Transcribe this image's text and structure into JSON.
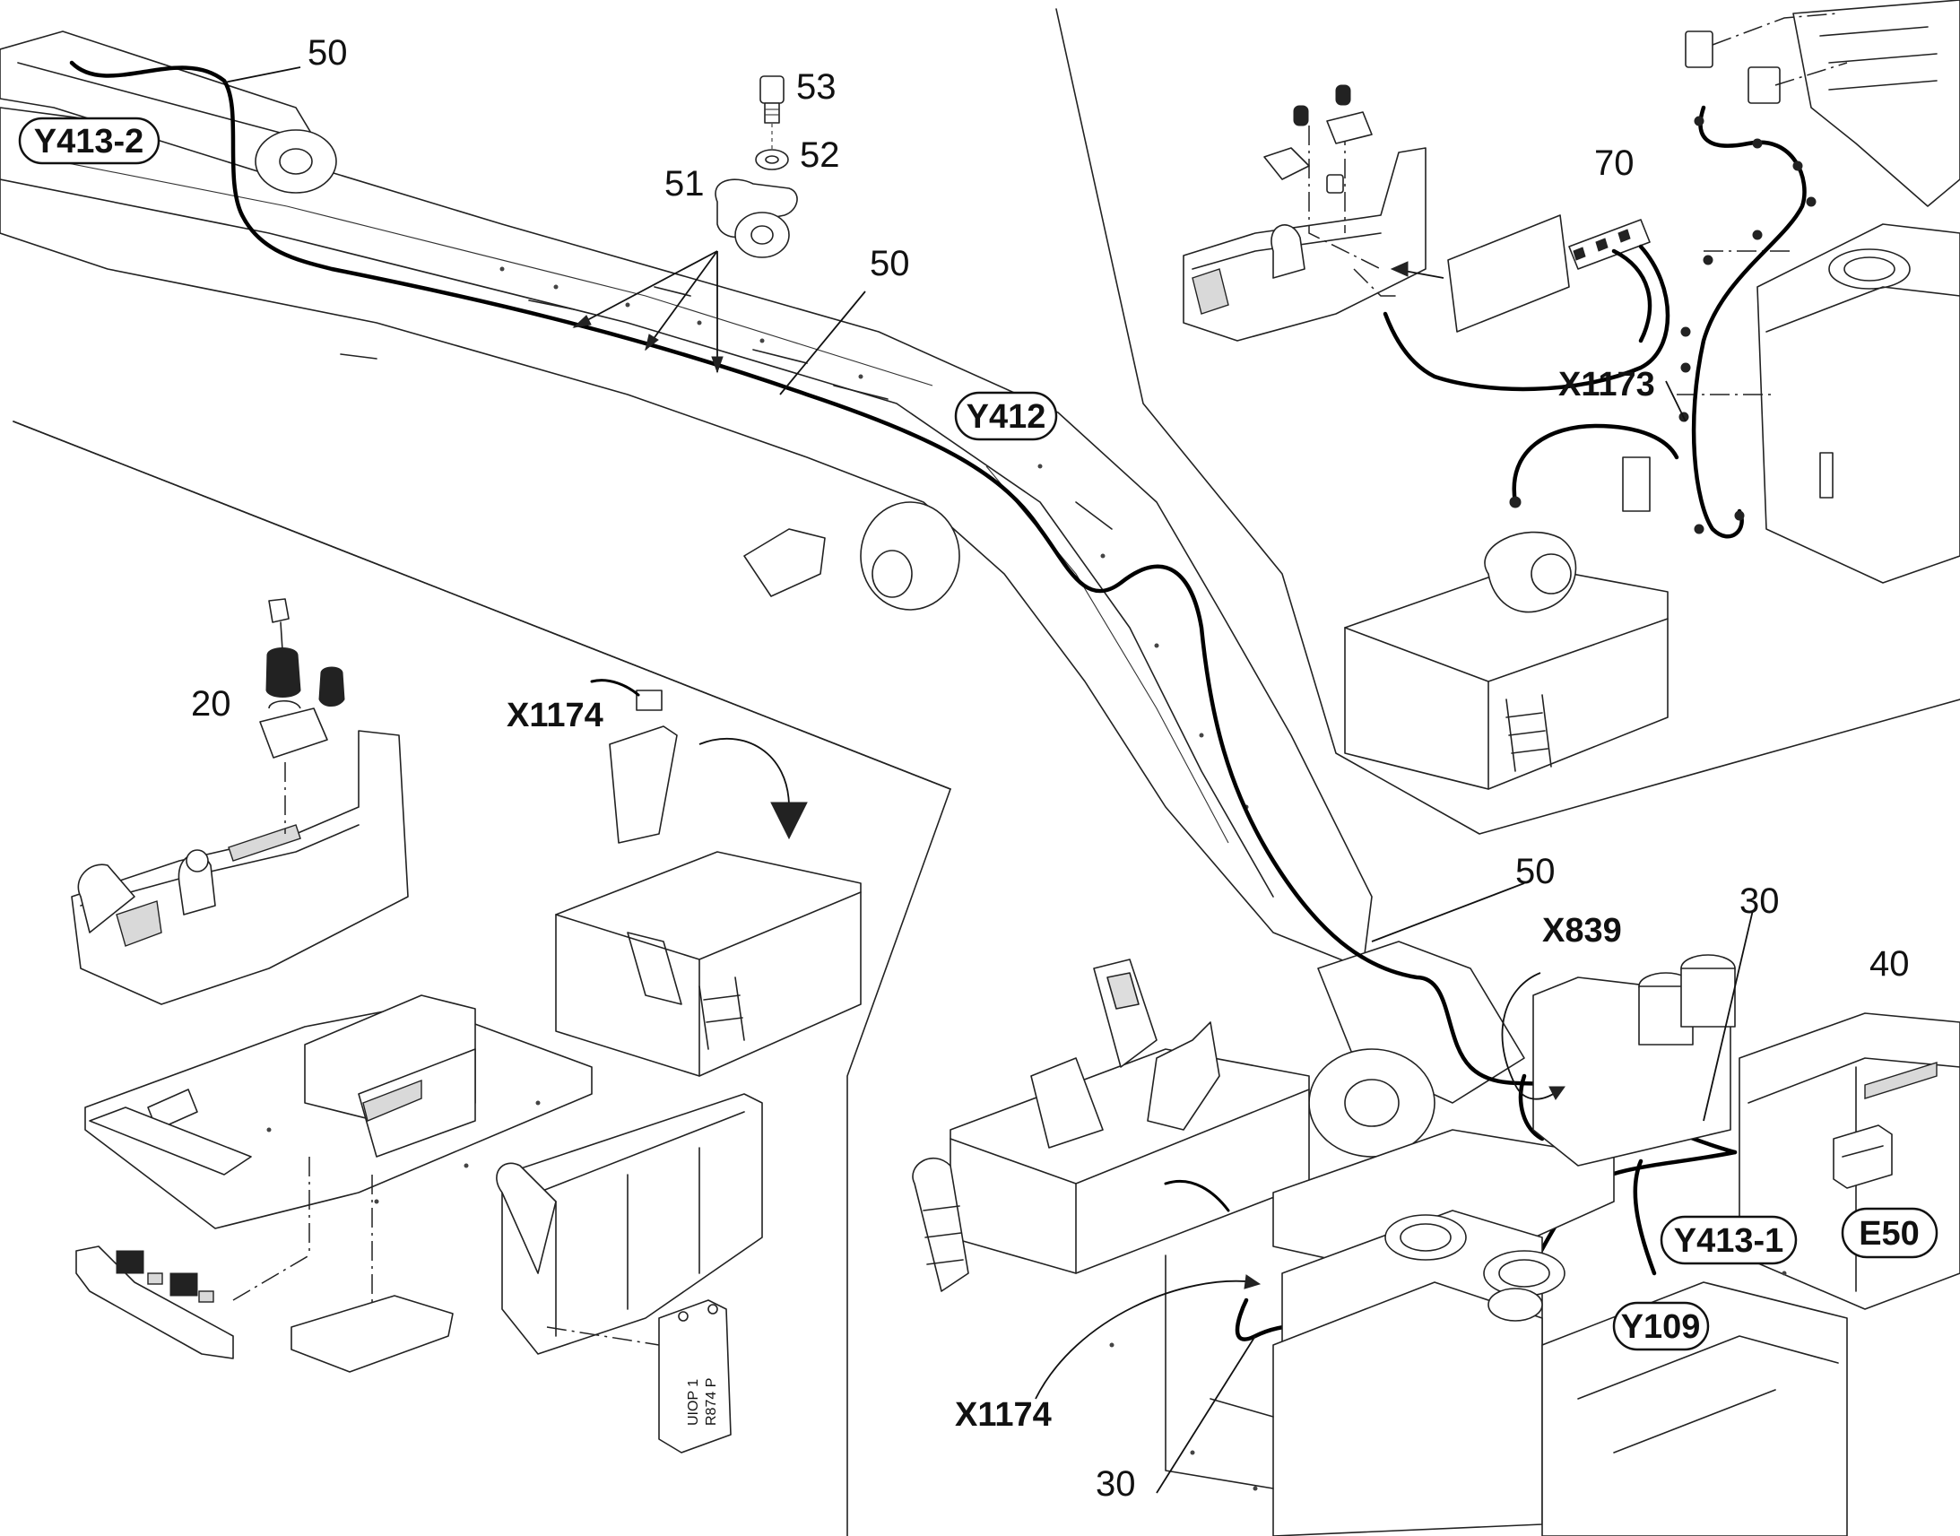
{
  "labels": {
    "n50_top": "50",
    "n53": "53",
    "n52": "52",
    "n51": "51",
    "n50_mid": "50",
    "n70": "70",
    "n20": "20",
    "n50_low": "50",
    "n30_right": "30",
    "n40": "40",
    "n30_bottom": "30"
  },
  "tags": {
    "y413_2": "Y413-2",
    "y412": "Y412",
    "x1173": "X1173",
    "x1174_mid": "X1174",
    "x839": "X839",
    "y413_1": "Y413-1",
    "e50": "E50",
    "y109": "Y109",
    "x1174_bottom": "X1174"
  },
  "module_text": {
    "line1": "UIOP 1",
    "line2": "R874 P"
  },
  "colors": {
    "line": "#222222",
    "harness": "#000000",
    "background": "#ffffff"
  }
}
